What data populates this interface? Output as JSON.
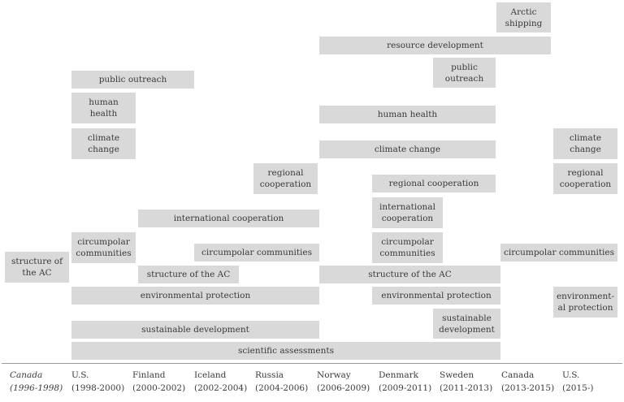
{
  "diagram": {
    "boxes": [
      {
        "id": "arctic-shipping",
        "label": "Arctic\nshipping"
      },
      {
        "id": "resource-development",
        "label": "resource development"
      },
      {
        "id": "public-outreach-1",
        "label": "public outreach"
      },
      {
        "id": "public-outreach-2",
        "label": "public\noutreach"
      },
      {
        "id": "human-health-1",
        "label": "human\nhealth"
      },
      {
        "id": "human-health-2",
        "label": "human health"
      },
      {
        "id": "climate-change-1",
        "label": "climate\nchange"
      },
      {
        "id": "climate-change-2",
        "label": "climate change"
      },
      {
        "id": "climate-change-3",
        "label": "climate\nchange"
      },
      {
        "id": "regional-cooperation-1",
        "label": "regional\ncooperation"
      },
      {
        "id": "regional-cooperation-2",
        "label": "regional cooperation"
      },
      {
        "id": "regional-cooperation-3",
        "label": "regional\ncooperation"
      },
      {
        "id": "international-cooperation-1",
        "label": "international cooperation"
      },
      {
        "id": "international-cooperation-2",
        "label": "international\ncooperation"
      },
      {
        "id": "circumpolar-communities-1",
        "label": "circumpolar\ncommunities"
      },
      {
        "id": "circumpolar-communities-2",
        "label": "circumpolar communities"
      },
      {
        "id": "circumpolar-communities-3",
        "label": "circumpolar\ncommunities"
      },
      {
        "id": "circumpolar-communities-4",
        "label": "circumpolar communities"
      },
      {
        "id": "structure-ac-1",
        "label": "structure of\nthe AC"
      },
      {
        "id": "structure-ac-2",
        "label": "structure of the AC"
      },
      {
        "id": "structure-ac-3",
        "label": "structure of the AC"
      },
      {
        "id": "environmental-protection-1",
        "label": "environmental protection"
      },
      {
        "id": "environmental-protection-2",
        "label": "environmental protection"
      },
      {
        "id": "environmental-protection-3",
        "label": "environment-\nal protection"
      },
      {
        "id": "sustainable-development-1",
        "label": "sustainable development"
      },
      {
        "id": "sustainable-development-2",
        "label": "sustainable\ndevelopment"
      },
      {
        "id": "scientific-assessments",
        "label": "scientific assessments"
      }
    ],
    "chairmanships": [
      {
        "id": "canada-1996",
        "country": "Canada",
        "years": "(1996-1998)",
        "italic": true
      },
      {
        "id": "us-1998",
        "country": "U.S.",
        "years": "(1998-2000)",
        "italic": false
      },
      {
        "id": "finland-2000",
        "country": "Finland",
        "years": "(2000-2002)",
        "italic": false
      },
      {
        "id": "iceland-2002",
        "country": "Iceland",
        "years": "(2002-2004)",
        "italic": false
      },
      {
        "id": "russia-2004",
        "country": "Russia",
        "years": "(2004-2006)",
        "italic": false
      },
      {
        "id": "norway-2006",
        "country": "Norway",
        "years": "(2006-2009)",
        "italic": false
      },
      {
        "id": "denmark-2009",
        "country": "Denmark",
        "years": "(2009-2011)",
        "italic": false
      },
      {
        "id": "sweden-2011",
        "country": "Sweden",
        "years": "(2011-2013)",
        "italic": false
      },
      {
        "id": "canada-2013",
        "country": "Canada",
        "years": "(2013-2015)",
        "italic": false
      },
      {
        "id": "us-2015",
        "country": "U.S.",
        "years": "(2015-)",
        "italic": false
      }
    ]
  }
}
